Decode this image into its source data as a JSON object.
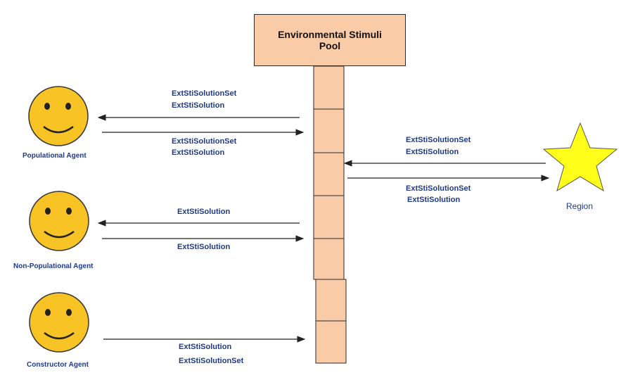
{
  "pool": {
    "title_line1": "Environmental Stimuli",
    "title_line2": "Pool"
  },
  "agents": {
    "populational": "Populational Agent",
    "non_populational": "Non-Populational Agent",
    "constructor": "Constructor Agent",
    "region": "Region"
  },
  "messages": {
    "pop_in_1": "ExtStiSolutionSet",
    "pop_in_2": "ExtStiSolution",
    "pop_out_1": "ExtStiSolutionSet",
    "pop_out_2": "ExtStiSolution",
    "region_in_1": "ExtStiSolutionSet",
    "region_in_2": "ExtStiSolution",
    "region_out_1": "ExtStiSolutionSet",
    "region_out_2": "ExtStiSolution",
    "nonpop_in": "ExtStiSolution",
    "nonpop_out": "ExtStiSolution",
    "constructor_out_1": "ExtStiSolution",
    "constructor_out_2": "ExtStiSolutionSet"
  },
  "colors": {
    "pool_fill": "#f9cba7",
    "face_fill": "#f7c325",
    "star_fill": "#ffff1a",
    "label_text": "#1f3a8a",
    "arrow": "#222222"
  },
  "icons": [
    "smiley-face-icon",
    "star-icon"
  ]
}
